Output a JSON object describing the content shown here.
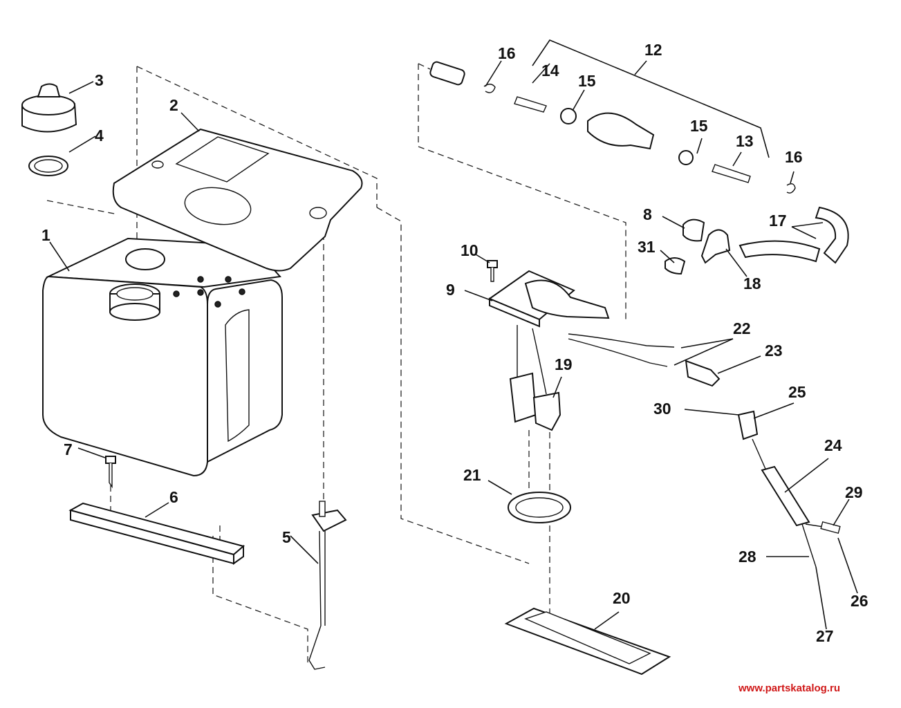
{
  "callouts": [
    {
      "id": "c1",
      "label": "1"
    },
    {
      "id": "c2",
      "label": "2"
    },
    {
      "id": "c3",
      "label": "3"
    },
    {
      "id": "c4",
      "label": "4"
    },
    {
      "id": "c5",
      "label": "5"
    },
    {
      "id": "c6",
      "label": "6"
    },
    {
      "id": "c7",
      "label": "7"
    },
    {
      "id": "c8",
      "label": "8"
    },
    {
      "id": "c9",
      "label": "9"
    },
    {
      "id": "c10",
      "label": "10"
    },
    {
      "id": "c12",
      "label": "12"
    },
    {
      "id": "c13",
      "label": "13"
    },
    {
      "id": "c14",
      "label": "14"
    },
    {
      "id": "c15a",
      "label": "15"
    },
    {
      "id": "c15b",
      "label": "15"
    },
    {
      "id": "c16a",
      "label": "16"
    },
    {
      "id": "c16b",
      "label": "16"
    },
    {
      "id": "c17",
      "label": "17"
    },
    {
      "id": "c18",
      "label": "18"
    },
    {
      "id": "c19",
      "label": "19"
    },
    {
      "id": "c20",
      "label": "20"
    },
    {
      "id": "c21",
      "label": "21"
    },
    {
      "id": "c22",
      "label": "22"
    },
    {
      "id": "c23",
      "label": "23"
    },
    {
      "id": "c24",
      "label": "24"
    },
    {
      "id": "c25",
      "label": "25"
    },
    {
      "id": "c26",
      "label": "26"
    },
    {
      "id": "c27",
      "label": "27"
    },
    {
      "id": "c28",
      "label": "28"
    },
    {
      "id": "c29",
      "label": "29"
    },
    {
      "id": "c30",
      "label": "30"
    },
    {
      "id": "c31",
      "label": "31"
    }
  ],
  "watermark": "www.partskatalog.ru",
  "colors": {
    "ink": "#111111",
    "background": "#ffffff",
    "watermark": "#d01818"
  }
}
